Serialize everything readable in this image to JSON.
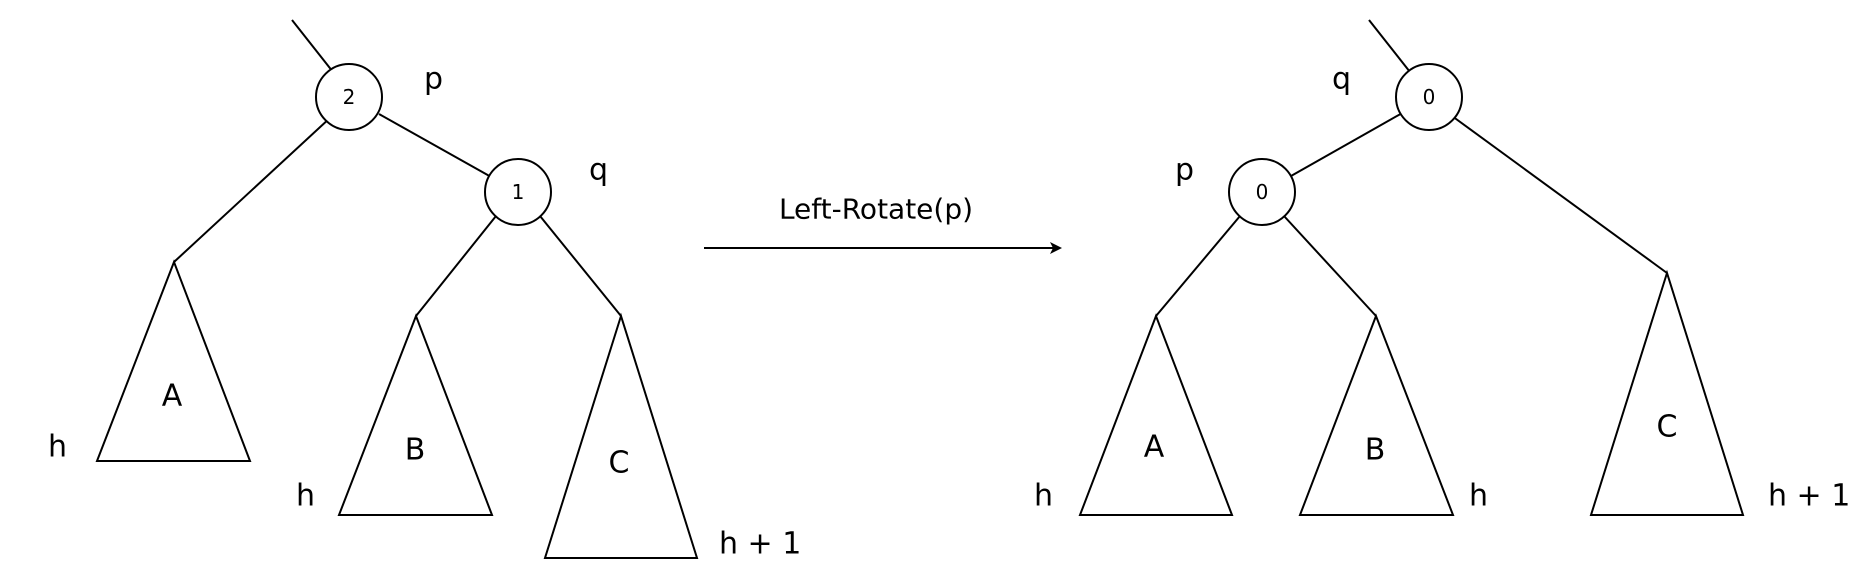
{
  "operation": "Left-Rotate(p)",
  "before": {
    "nodes": [
      {
        "id": "p",
        "balance": "2",
        "name_label": "p"
      },
      {
        "id": "q",
        "balance": "1",
        "name_label": "q"
      }
    ],
    "subtrees": [
      {
        "id": "A",
        "label": "A",
        "height": "h"
      },
      {
        "id": "B",
        "label": "B",
        "height": "h"
      },
      {
        "id": "C",
        "label": "C",
        "height": "h + 1"
      }
    ]
  },
  "after": {
    "nodes": [
      {
        "id": "q",
        "balance": "0",
        "name_label": "q"
      },
      {
        "id": "p",
        "balance": "0",
        "name_label": "p"
      }
    ],
    "subtrees": [
      {
        "id": "A",
        "label": "A",
        "height": "h"
      },
      {
        "id": "B",
        "label": "B",
        "height": "h"
      },
      {
        "id": "C",
        "label": "C",
        "height": "h + 1"
      }
    ]
  }
}
